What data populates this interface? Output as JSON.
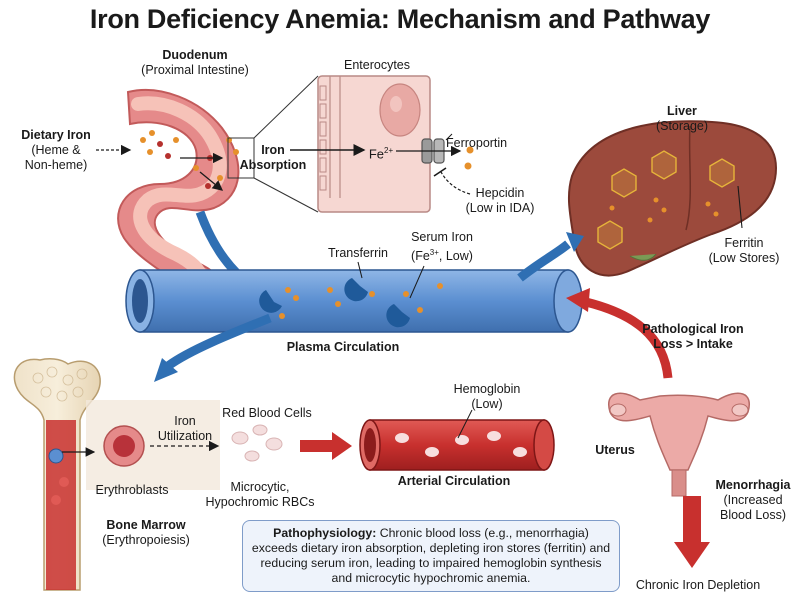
{
  "title": "Iron Deficiency Anemia: Mechanism and Pathway",
  "duodenum": {
    "name": "Duodenum",
    "sub": "(Proximal Intestine)"
  },
  "dietary_iron": {
    "name": "Dietary Iron",
    "sub1": "(Heme &",
    "sub2": "Non-heme)"
  },
  "iron_absorption": {
    "line1": "Iron",
    "line2": "Absorption"
  },
  "enterocytes": "Enterocytes",
  "fe2": {
    "base": "Fe",
    "sup": "2+"
  },
  "ferroportin": "Ferroportin",
  "hepcidin": {
    "name": "Hepcidin",
    "sub": "(Low in IDA)"
  },
  "liver": {
    "name": "Liver",
    "sub": "(Storage)"
  },
  "ferritin": {
    "name": "Ferritin",
    "sub": "(Low Stores)"
  },
  "transferrin": "Transferrin",
  "serum_iron": {
    "line1": "Serum Iron",
    "pre": "(Fe",
    "sup": "3+",
    "post": ", Low)"
  },
  "plasma": "Plasma Circulation",
  "pathological": {
    "line1": "Pathological Iron",
    "line2": "Loss > Intake"
  },
  "iron_util": {
    "line1": "Iron",
    "line2": "Utilization"
  },
  "rbc": "Red Blood Cells",
  "hemoglobin": {
    "name": "Hemoglobin",
    "sub": "(Low)"
  },
  "erythroblasts": "Erythroblasts",
  "microcytic": {
    "line1": "Microcytic,",
    "line2": "Hypochromic RBCs"
  },
  "arterial": "Arterial Circulation",
  "uterus": "Uterus",
  "menorrhagia": {
    "name": "Menorrhagia",
    "sub1": "(Increased",
    "sub2": "Blood Loss)"
  },
  "bone_marrow": {
    "name": "Bone Marrow",
    "sub": "(Erythropoiesis)"
  },
  "patho": {
    "bold": "Pathophysiology:",
    "text": " Chronic blood loss (e.g., menorrhagia) exceeds dietary iron absorption, depleting iron stores (ferritin) and reducing serum iron, leading to impaired hemoglobin synthesis and microcytic hypochromic anemia."
  },
  "chronic": "Chronic Iron Depletion",
  "colors": {
    "vessel": "#5b8fd1",
    "artery": "#c8302e",
    "arrow_blue": "#2f6fb3",
    "liver": "#9c4a3c",
    "iron_dot": "#e6902b"
  }
}
